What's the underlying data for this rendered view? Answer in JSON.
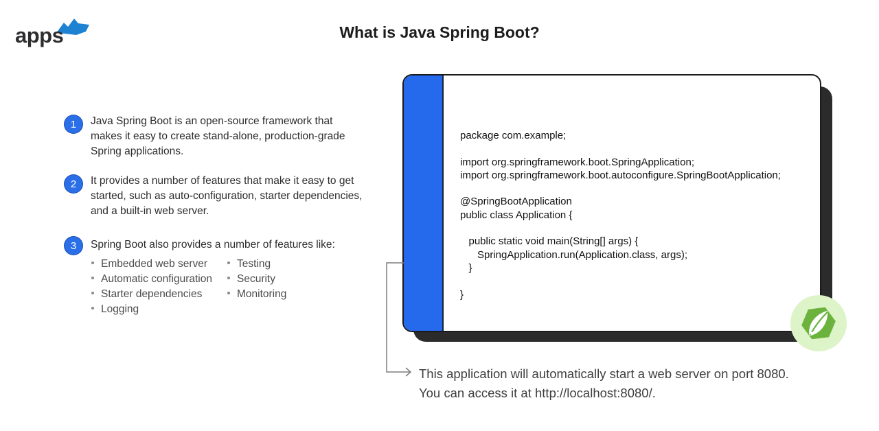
{
  "brand": {
    "name": "apps"
  },
  "header": {
    "title": "What is Java Spring Boot?"
  },
  "points": [
    {
      "number": "1",
      "text": "Java Spring Boot is an open-source framework that makes it easy to create stand-alone, production-grade Spring applications."
    },
    {
      "number": "2",
      "text": "It provides a number of features that make it easy to get started, such as auto-configuration, starter dependencies, and a built-in web server."
    },
    {
      "number": "3",
      "text": "Spring Boot also provides a number of features like:"
    }
  ],
  "features": {
    "col1": [
      "Embedded web server",
      "Automatic configuration",
      "Starter dependencies",
      "Logging"
    ],
    "col2": [
      "Testing",
      "Security",
      "Monitoring"
    ]
  },
  "code_panel": {
    "lines": [
      "package com.example;",
      "",
      "import org.springframework.boot.SpringApplication;",
      "import org.springframework.boot.autoconfigure.SpringBootApplication;",
      "",
      "@SpringBootApplication",
      "public class Application {",
      "",
      "   public static void main(String[] args) {",
      "      SpringApplication.run(Application.class, args);",
      "   }",
      "",
      "}"
    ]
  },
  "annotation": {
    "line1": "This application will automatically start a web server on port 8080.",
    "line2": "You can access it at http://localhost:8080/."
  },
  "icons": {
    "brand_flag": "blue jagged flag shape",
    "spring_leaf": "Spring framework leaf inside green hexagon",
    "connector_arrow": "elbow connector with right-pointing arrow"
  },
  "colors": {
    "accent_blue": "#2A6FE8",
    "panel_blue": "#2569ED",
    "panel_border": "#1A1A1A",
    "panel_shadow": "#2B2B2B",
    "spring_green": "#6CB33E",
    "spring_green_pale": "#DDF3C8",
    "connector_gray": "#7D7D7D",
    "brand_flag_blue": "#1E82D2"
  }
}
